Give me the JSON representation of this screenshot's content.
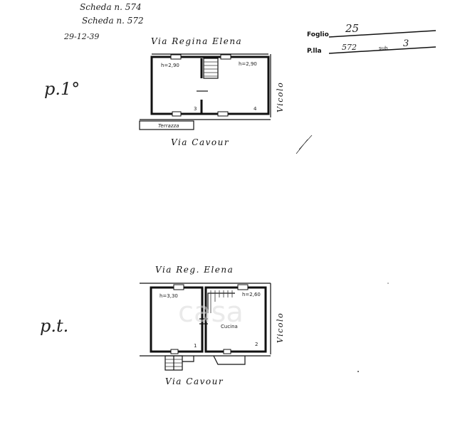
{
  "header": {
    "note_line1": "Scheda n. 574",
    "note_line2": "Scheda n. 572",
    "date": "29-12-39"
  },
  "cadastral": {
    "foglio_label": "Foglio",
    "foglio_value": "25",
    "particella_label": "P.lla",
    "particella_value": "572",
    "sub_label": "sub.",
    "sub_value": "3"
  },
  "floor_upper": {
    "floor_label": "p.1°",
    "street_top": "Via Regina Elena",
    "street_bottom": "Via Cavour",
    "street_side": "Vicolo",
    "terrace_label": "Terrazza",
    "height_left": "h=2,90",
    "height_right": "h=2,90",
    "marker_left": "3",
    "marker_right": "4"
  },
  "floor_ground": {
    "floor_label": "p.t.",
    "street_top": "Via Reg. Elena",
    "street_bottom": "Via Cavour",
    "street_side": "Vicolo",
    "room_label": "Cucina",
    "height_left": "h=3,30",
    "height_right": "h=2,60",
    "marker_left": "1",
    "marker_right": "2"
  },
  "watermark": "casa"
}
